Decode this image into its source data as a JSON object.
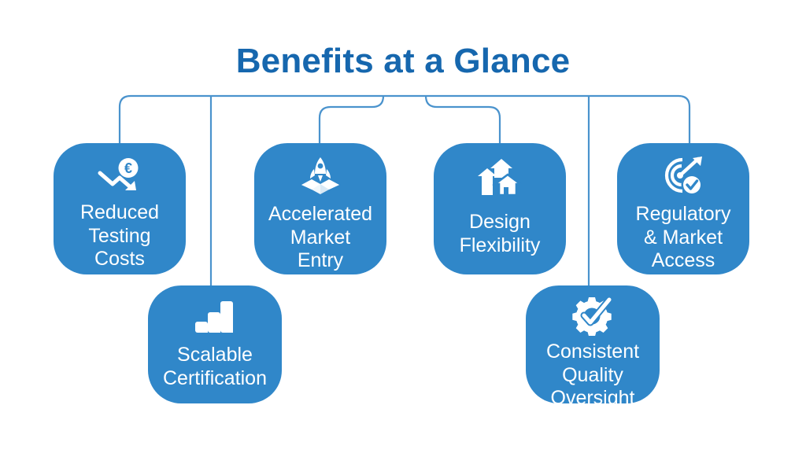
{
  "title": "Benefits at a Glance",
  "colors": {
    "title": "#1667ae",
    "card": "#3087c9",
    "connector": "#4a93cd",
    "card_text": "#ffffff",
    "background": "#ffffff"
  },
  "cards": [
    {
      "id": "reduced-testing-costs",
      "label": "Reduced\nTesting\nCosts",
      "icon": "euro-declining-arrow-icon"
    },
    {
      "id": "scalable-certification",
      "label": "Scalable\nCertification",
      "icon": "ascending-bars-icon"
    },
    {
      "id": "accelerated-market-entry",
      "label": "Accelerated\nMarket\nEntry",
      "icon": "rocket-launch-box-icon"
    },
    {
      "id": "design-flexibility",
      "label": "Design\nFlexibility",
      "icon": "buildings-arrow-icon"
    },
    {
      "id": "consistent-quality-oversight",
      "label": "Consistent\nQuality\nOversight",
      "icon": "gear-check-icon"
    },
    {
      "id": "regulatory-market-access",
      "label": "Regulatory\n& Market\nAccess",
      "icon": "target-dart-check-icon"
    }
  ]
}
